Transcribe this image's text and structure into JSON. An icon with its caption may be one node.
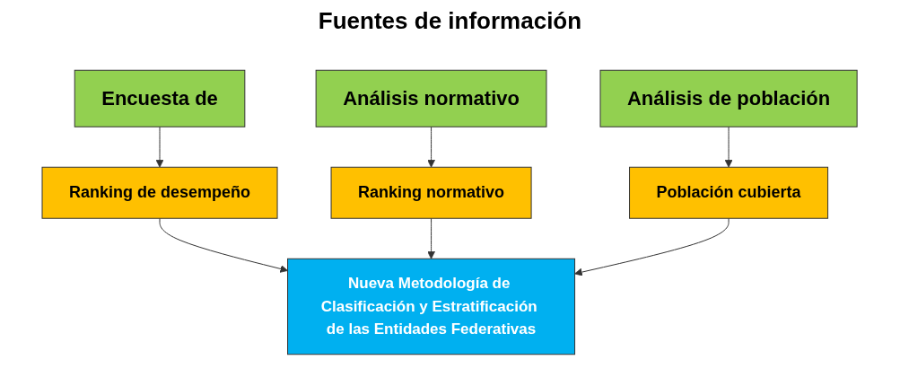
{
  "diagram": {
    "title": "Fuentes de información",
    "nodes": [
      {
        "text": [
          "Encuesta de"
        ]
      },
      {
        "text": [
          "Análisis normativo"
        ]
      },
      {
        "text": [
          "Análisis de población"
        ]
      },
      {
        "text": [
          "Ranking de desempeño"
        ]
      },
      {
        "text": [
          "Ranking normativo"
        ]
      },
      {
        "text": [
          "Población cubierta"
        ]
      },
      {
        "text": [
          "Nueva Metodología de Clasificación y Estratificación de las Entidades Federativas"
        ]
      }
    ],
    "edges": [
      {
        "from": 0,
        "to": 3,
        "arrow": "to"
      },
      {
        "from": 1,
        "to": 4,
        "arrow": "to"
      },
      {
        "from": 2,
        "to": 5,
        "arrow": "to"
      },
      {
        "from": 3,
        "to": 6,
        "arrow": "to"
      },
      {
        "from": 4,
        "to": 6,
        "arrow": "to"
      },
      {
        "from": 5,
        "to": 6,
        "arrow": "to"
      }
    ]
  }
}
